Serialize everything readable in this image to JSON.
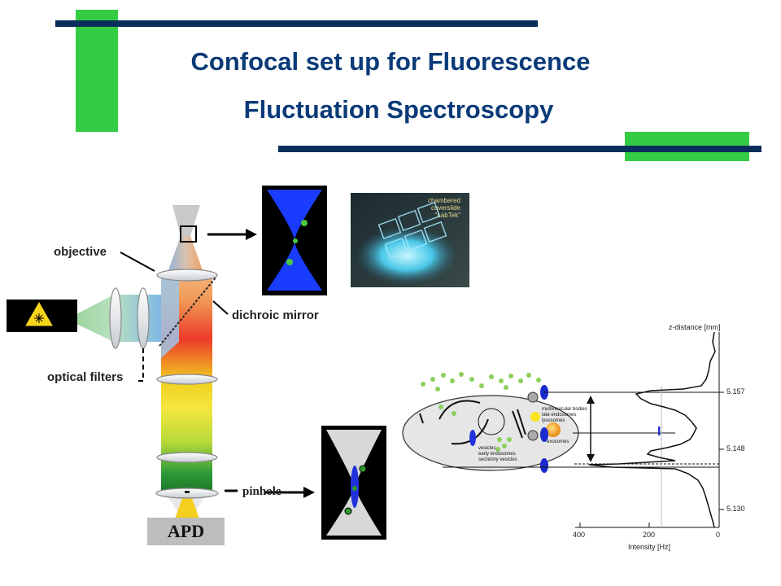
{
  "title": {
    "line1": "Confocal set up for Fluorescence",
    "line2": "Fluctuation Spectroscopy"
  },
  "colors": {
    "title": "#0a3a78",
    "accent_green": "#33cc44",
    "bar_navy": "#0a2e5c"
  },
  "setup": {
    "objective": "objective",
    "dichroic": "dichroic mirror",
    "filters": "optical filters",
    "pinhole": "pinhole",
    "apd": "APD",
    "laser_icon": "laser-warning-icon"
  },
  "photo": {
    "line1": "chambered",
    "line2": "coverslide",
    "line3": "\"LabTek\""
  },
  "cell": {
    "label_mvb_1": "multivesicular bodies",
    "label_mvb_2": "late endosomes",
    "label_mvb_3": "lysosomes",
    "label_ves_1": "vesicles",
    "label_ves_2": "early endosomes",
    "label_ves_3": "secretory vesicles",
    "label_exo": "exosomes"
  },
  "profile": {
    "ylabel": "z-distance [mm]",
    "xlabel": "Intensity [Hz]",
    "yticks": [
      "5.157",
      "5.148",
      "5.130"
    ],
    "xticks": [
      "400",
      "200",
      "0"
    ],
    "marker": "I"
  }
}
